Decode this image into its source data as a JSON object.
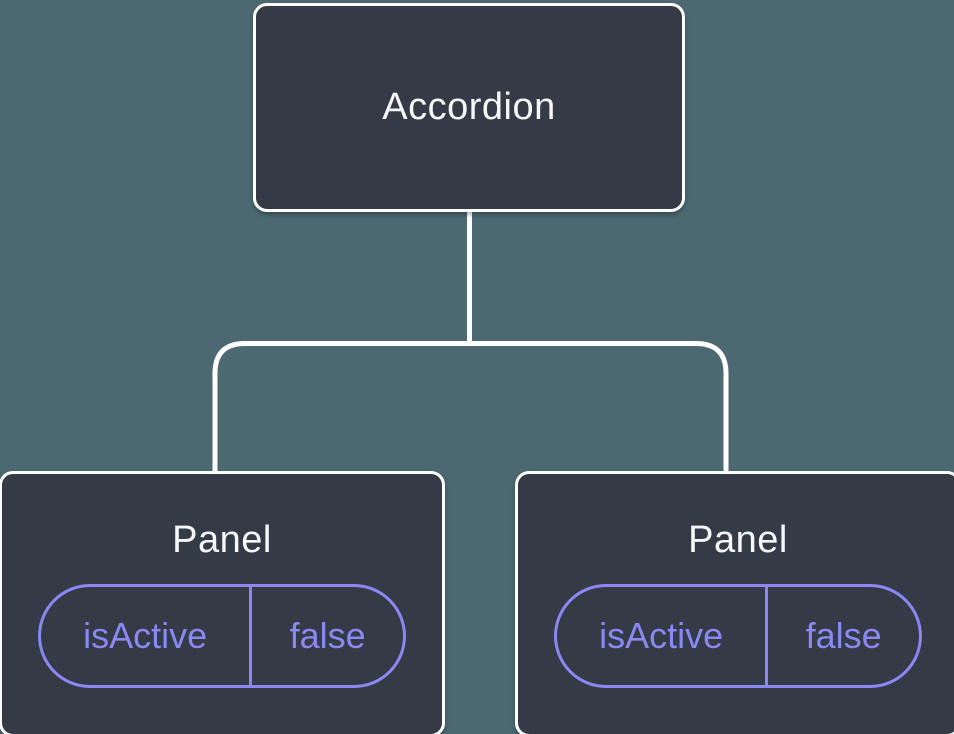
{
  "diagram": {
    "description": "Component tree diagram",
    "tree": {
      "root": {
        "label": "Accordion"
      },
      "children": [
        {
          "label": "Panel",
          "state": {
            "key": "isActive",
            "value": "false"
          }
        },
        {
          "label": "Panel",
          "state": {
            "key": "isActive",
            "value": "false"
          }
        }
      ]
    }
  },
  "colors": {
    "background": "#4C6972",
    "node_fill": "#343A46",
    "node_border": "#FFFFFF",
    "node_text": "#F6F7F9",
    "state_accent": "#8A88F2",
    "connector_line": "#FFFFFF"
  }
}
